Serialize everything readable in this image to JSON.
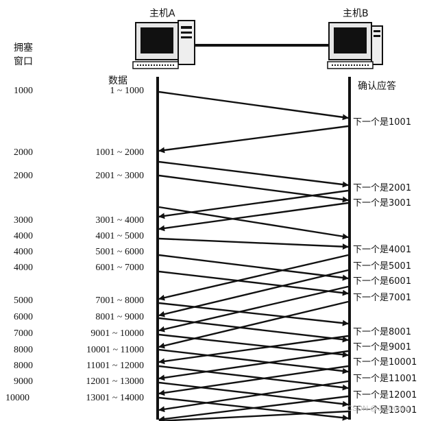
{
  "host_a": {
    "label": "主机A"
  },
  "host_b": {
    "label": "主机B"
  },
  "labels": {
    "cwnd_header_1": "拥塞",
    "cwnd_header_2": "窗口",
    "data_header": "数据",
    "ack_header": "确认应答",
    "watermark": "CSDN @Ja Dunng"
  },
  "sends": [
    {
      "cwnd": "1000",
      "range": "1 ~ 1000"
    },
    {
      "cwnd": "2000",
      "range": "1001 ~ 2000"
    },
    {
      "cwnd": "2000",
      "range": "2001 ~ 3000"
    },
    {
      "cwnd": "3000",
      "range": "3001 ~ 4000"
    },
    {
      "cwnd": "4000",
      "range": "4001 ~ 5000"
    },
    {
      "cwnd": "4000",
      "range": "5001 ~ 6000"
    },
    {
      "cwnd": "4000",
      "range": "6001 ~ 7000"
    },
    {
      "cwnd": "5000",
      "range": "7001 ~ 8000"
    },
    {
      "cwnd": "6000",
      "range": "8001 ~ 9000"
    },
    {
      "cwnd": "7000",
      "range": "9001 ~ 10000"
    },
    {
      "cwnd": "8000",
      "range": "10001 ~ 11000"
    },
    {
      "cwnd": "8000",
      "range": "11001 ~ 12000"
    },
    {
      "cwnd": "9000",
      "range": "12001 ~ 13000"
    },
    {
      "cwnd": "10000",
      "range": "13001 ~ 14000"
    }
  ],
  "acks": [
    "下一个是1001",
    "下一个是2001",
    "下一个是3001",
    "下一个是4001",
    "下一个是5001",
    "下一个是6001",
    "下一个是7001",
    "下一个是8001",
    "下一个是9001",
    "下一个是10001",
    "下一个是11001",
    "下一个是12001",
    "下一个是13001"
  ]
}
